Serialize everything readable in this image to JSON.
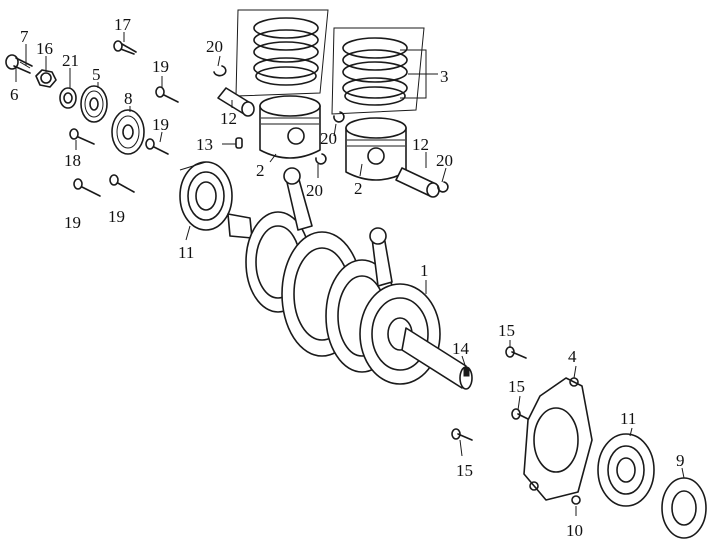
{
  "callouts": {
    "c1": "1",
    "c2a": "2",
    "c2b": "2",
    "c3": "3",
    "c4": "4",
    "c5": "5",
    "c6": "6",
    "c7": "7",
    "c8": "8",
    "c9": "9",
    "c10": "10",
    "c11a": "11",
    "c11b": "11",
    "c12a": "12",
    "c12b": "12",
    "c13": "13",
    "c14": "14",
    "c15a": "15",
    "c15b": "15",
    "c15c": "15",
    "c16": "16",
    "c17": "17",
    "c18": "18",
    "c19a": "19",
    "c19b": "19",
    "c19c": "19",
    "c19d": "19",
    "c20a": "20",
    "c20b": "20",
    "c20c": "20",
    "c20d": "20",
    "c21": "21"
  },
  "colors": {
    "ink": "#1a1a1a",
    "paper": "#ffffff"
  }
}
